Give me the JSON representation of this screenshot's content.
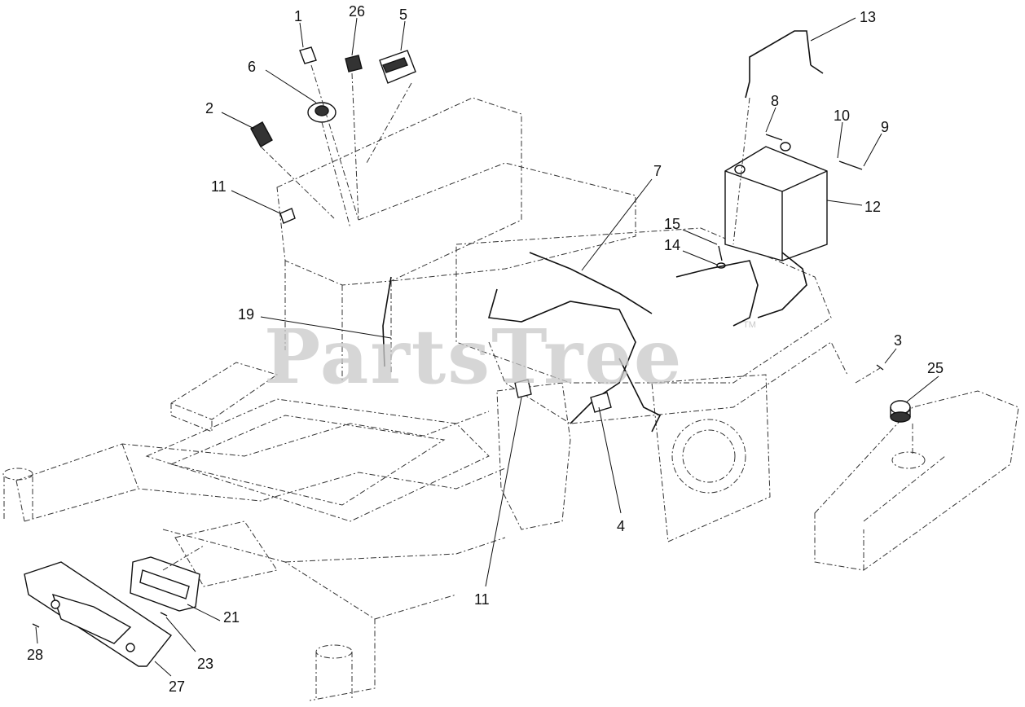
{
  "watermark": {
    "text": "PartsTree",
    "mark": "TM"
  },
  "callouts": [
    {
      "id": "c1",
      "label": "1"
    },
    {
      "id": "c26",
      "label": "26"
    },
    {
      "id": "c5",
      "label": "5"
    },
    {
      "id": "c6",
      "label": "6"
    },
    {
      "id": "c2",
      "label": "2"
    },
    {
      "id": "c11a",
      "label": "11"
    },
    {
      "id": "c13",
      "label": "13"
    },
    {
      "id": "c8",
      "label": "8"
    },
    {
      "id": "c10",
      "label": "10"
    },
    {
      "id": "c9",
      "label": "9"
    },
    {
      "id": "c12",
      "label": "12"
    },
    {
      "id": "c7",
      "label": "7"
    },
    {
      "id": "c15",
      "label": "15"
    },
    {
      "id": "c14",
      "label": "14"
    },
    {
      "id": "c19",
      "label": "19"
    },
    {
      "id": "c3",
      "label": "3"
    },
    {
      "id": "c25",
      "label": "25"
    },
    {
      "id": "c4",
      "label": "4"
    },
    {
      "id": "c11b",
      "label": "11"
    },
    {
      "id": "c21",
      "label": "21"
    },
    {
      "id": "c23",
      "label": "23"
    },
    {
      "id": "c28",
      "label": "28"
    },
    {
      "id": "c27",
      "label": "27"
    }
  ]
}
